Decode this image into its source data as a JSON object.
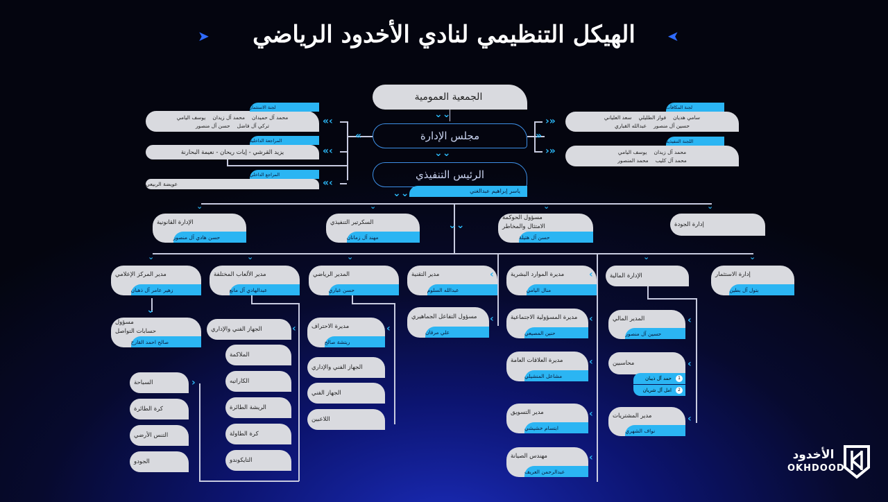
{
  "title": "الهيكل التنظيمي لنادي الأخدود الرياضي",
  "top": {
    "assembly": "الجمعية العمومية",
    "board": "مجلس الإدارة",
    "ceo": "الرئيس التنفيذي",
    "ceo_name": "ياسر إبراهيم عبدالغني"
  },
  "left_committees": [
    {
      "label": "لجنة الاستثمار",
      "members": [
        "محمد آل حميدان",
        "محمد آل زيدان",
        "يوسف اليامي",
        "تركي آل فاضل",
        "حسن آل منصور"
      ]
    },
    {
      "label": "المراجعة الداخلية",
      "members": [
        "يزيد القرشي - إيات ريحان - نعيمة البحارنة"
      ]
    },
    {
      "label": "المراجع الداخلي",
      "members": [
        "عويضة الربيعي"
      ]
    }
  ],
  "right_committees": [
    {
      "label": "لجنة المكافآت",
      "members": [
        "سامي هديان",
        "فواز الطليلي",
        "سعد العلياني",
        "حسين آل منصور",
        "عبدالله القباري"
      ]
    },
    {
      "label": "اللجنة التنفيذية",
      "members": [
        "محمد آل زيدان",
        "يوسف اليامي",
        "محمد آل كليب",
        "محمد المنصور"
      ]
    }
  ],
  "level2": [
    {
      "title": "الإدارة القانونية",
      "name": "حسن هادي آل منصور"
    },
    {
      "title": "السكرتير التنفيذي",
      "name": "مهند آل زمانان"
    },
    {
      "title": "مسؤول الحوكمة",
      "title2": "الامتثال والمخاطر",
      "name": "حسن آل هتيلة"
    },
    {
      "title": "إدارة الجودة"
    }
  ],
  "level3": [
    {
      "title": "مدير المركز الإعلامي",
      "name": "زهير عامر آل ذهبان"
    },
    {
      "title": "مدير الألعاب المختلفة",
      "name": "عبدالهادي آل مانع"
    },
    {
      "title": "المدير الرياضي",
      "name": "حسن غباري"
    },
    {
      "title": "مدير التقنية",
      "name": "عبدالله السلوم"
    },
    {
      "title": "مديرة الموارد البشرية",
      "name": "منال اليامي"
    },
    {
      "title": "الإدارة المالية"
    },
    {
      "title": "إدارة الاستثمار",
      "name": "بتول آل بطين"
    }
  ],
  "media_sub": {
    "title": "مسؤول",
    "title2": "حسابات التواصل",
    "name": "صالح احمد القارح"
  },
  "games_sub": [
    "الجهاز الفني والإداري",
    "الملاكمة",
    "الكاراتيه",
    "الريشة الطائرة",
    "كرة الطاولة",
    "التايكوندو"
  ],
  "games_sub_left": [
    "السباحة",
    "كرة الطائرة",
    "التنس الأرضي",
    "الجودو"
  ],
  "sports_sub": [
    {
      "title": "مديرة الاحتراف",
      "name": "ريتشة صالح"
    },
    {
      "title": "الجهاز الفني والإداري"
    },
    {
      "title": "الجهاز الفني"
    },
    {
      "title": "اللاعبين"
    }
  ],
  "tech_sub": {
    "title": "مسؤول التفاعل الجماهيري",
    "name": "علي مرقان"
  },
  "hr_sub": [
    {
      "title": "مديرة المسؤولية الاجتماعية",
      "name": "حنين المصيعي"
    },
    {
      "title": "مديرة العلاقات العامة",
      "name": "مشاعل المنشيلي"
    },
    {
      "title": "مدير التسويق",
      "name": "ابتسام خشيشي"
    },
    {
      "title": "مهندس الصيانة",
      "name": "عبدالرحمن العريف"
    }
  ],
  "finance_sub": {
    "cfo": {
      "title": "المدير المالي",
      "name": "حسين آل منصور"
    },
    "accountants": {
      "title": "محاسبين",
      "names": [
        "حمد آل ذيبان",
        "امل آل شريان"
      ],
      "nums": [
        "1",
        "2"
      ]
    },
    "purchasing": {
      "title": "مدير المشتريات",
      "name": "نواف الشهري"
    }
  },
  "logo": {
    "arabic": "الأخدود",
    "latin": "OKHDOOD"
  }
}
